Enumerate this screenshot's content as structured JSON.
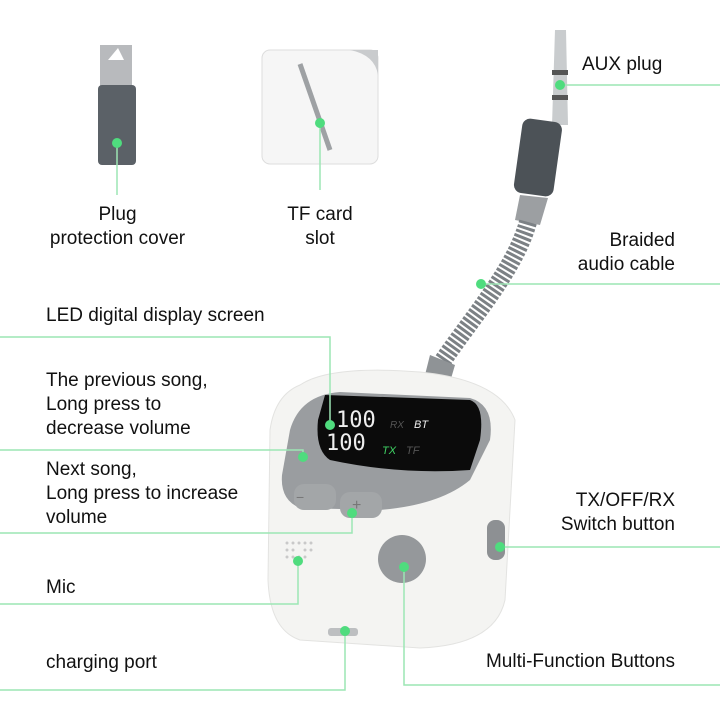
{
  "labels": {
    "aux_plug": "AUX plug",
    "braided_cable": [
      "Braided",
      "audio cable"
    ],
    "led_display": "LED digital display screen",
    "previous_song": [
      "The previous song,",
      "Long press to",
      "decrease volume"
    ],
    "next_song": [
      "Next song,",
      "Long press to increase",
      "volume"
    ],
    "mic": "Mic",
    "charging_port": "charging port",
    "plug_cover": [
      "Plug",
      "protection cover"
    ],
    "tf_slot": [
      "TF card",
      "slot"
    ],
    "switch_button": [
      "TX/OFF/RX",
      "Switch button"
    ],
    "multi_function": "Multi-Function Buttons"
  },
  "display": {
    "top_digits": "100",
    "bottom_digits": "100",
    "rx": "RX",
    "bt": "BT",
    "tx": "TX",
    "tf": "TF"
  },
  "colors": {
    "accent": "#4fdc7e",
    "line": "#9ce6b4",
    "body": "#f4f4f2",
    "grey": "#8e9194"
  }
}
